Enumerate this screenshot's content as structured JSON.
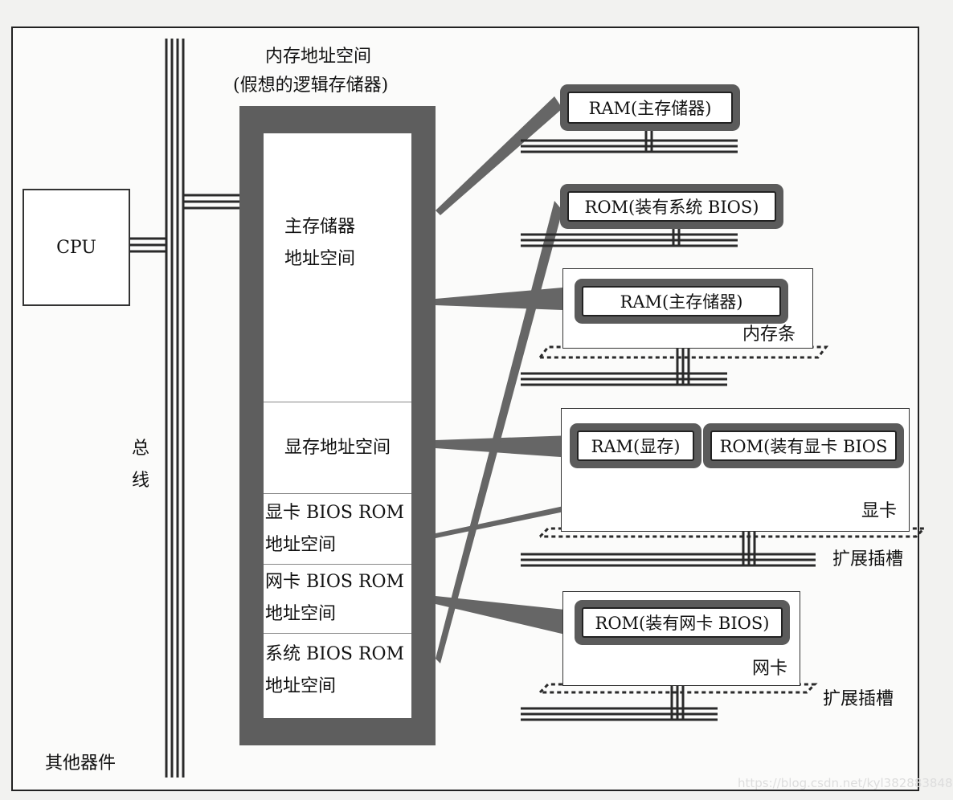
{
  "labels": {
    "mem_title_1": "内存地址空间",
    "mem_title_2": "(假想的逻辑存储器)",
    "cpu": "CPU",
    "bus_1": "总",
    "bus_2": "线",
    "other_devices": "其他器件",
    "main_mem_1": "主存储器",
    "main_mem_2": "地址空间",
    "vram": "显存地址空间",
    "vbios_1": "显卡 BIOS ROM",
    "vbios_2": "地址空间",
    "nbios_1": "网卡 BIOS ROM",
    "nbios_2": "地址空间",
    "sbios_1": "系统 BIOS ROM",
    "sbios_2": "地址空间",
    "ram_main_1": "RAM(主存储器)",
    "rom_sys": "ROM(装有系统 BIOS)",
    "ram_main_2": "RAM(主存储器)",
    "mem_stick": "内存条",
    "ram_vram": "RAM(显存)",
    "rom_vbios": "ROM(装有显卡 BIOS",
    "video_card": "显卡",
    "exp_slot_1": "扩展插槽",
    "rom_nbios": "ROM(装有网卡 BIOS)",
    "net_card": "网卡",
    "exp_slot_2": "扩展插槽"
  },
  "watermark": "https://blog.csdn.net/kyl382883848",
  "colors": {
    "bus": "#2a2a2a",
    "chip_ring": "#5b5b5b",
    "beam": "#666666",
    "frame": "#222222"
  }
}
